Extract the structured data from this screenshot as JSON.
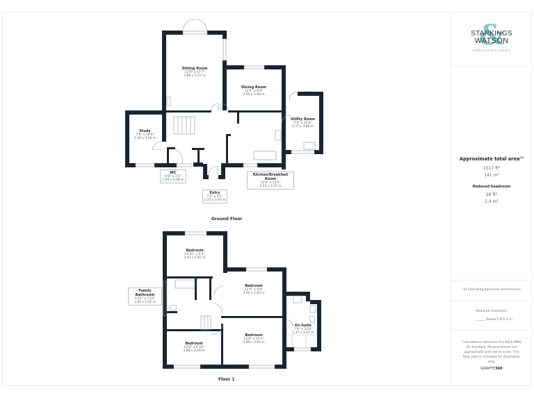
{
  "brand": {
    "logo_line1": "STARKINGS",
    "logo_line2": "WATSON",
    "logo_ampersand": "&",
    "tagline": "HYBRID ESTATE AGENTS",
    "accent_color": "#86c7c8"
  },
  "summary": {
    "area_title": "Approximate total area",
    "area_footnote_mark": "(1)",
    "area_ft": "1517 ft²",
    "area_m": "141 m²",
    "reduced_headroom_title": "Reduced headroom",
    "reduced_ft": "26 ft²",
    "reduced_m": "2.4 m²"
  },
  "footnote": "(1) Excluding balconies and terraces",
  "legend": {
    "title": "Reduced headroom",
    "item": "Below 5 ft/1.5 m"
  },
  "disclaimer": "Calculations reference the RICS IPMS 3C standard. Measurements are approximate and not to scale. This floor plan is intended for illustration only.",
  "footer_brand": {
    "part1": "GIRAFFE",
    "part2": "360"
  },
  "floors": [
    {
      "title": "Ground Floor",
      "rooms": [
        {
          "name": "Sitting Room",
          "imperial": "12'9\" x 17'7\"",
          "metric": "3.89 x 5.37 m"
        },
        {
          "name": "Dining Room",
          "imperial": "12'9\" x 9'9\"",
          "metric": "3.90 x 2.98 m"
        },
        {
          "name": "Study",
          "imperial": "7'8\" x 10'9\"",
          "metric": "2.36 x 3.28 m"
        },
        {
          "name": "Utility Room",
          "imperial": "7'9\" x 12'8\"",
          "metric": "2.37 x 3.86 m"
        },
        {
          "name": "WC",
          "imperial": "6'8\" x 3'2\"",
          "metric": "2.04 x 0.98 m"
        },
        {
          "name": "Kitchen/Breakfast Room",
          "imperial": "11'6\" x 11'5\"",
          "metric": "3.53 x 3.37 m"
        },
        {
          "name": "Entry",
          "imperial": "7'4\" x 3'2\"",
          "metric": "2.25 x 0.97 m"
        }
      ]
    },
    {
      "title": "Floor 1",
      "rooms": [
        {
          "name": "Bedroom",
          "imperial": "12'10\" x 9'4\"",
          "metric": "3.93 x 2.87 m"
        },
        {
          "name": "Bedroom",
          "imperial": "12'9\" x 9'8\"",
          "metric": "3.90 x 2.95 m"
        },
        {
          "name": "Family Bathroom",
          "imperial": "5'11\" x 7'10\"",
          "metric": "1.82 x 2.41 m"
        },
        {
          "name": "En-Suite",
          "imperial": "7'9\" x 12'8\"",
          "metric": "2.37 x 3.87 m"
        },
        {
          "name": "Bedroom",
          "imperial": "12'8\" x 6'10\"",
          "metric": "3.88 x 2.09 m"
        },
        {
          "name": "Bedroom",
          "imperial": "12'8\" x 11'1\"",
          "metric": "3.86 x 3.40 m"
        }
      ]
    }
  ],
  "colors": {
    "wall": "#1c2433",
    "label_border": "#b9bec5",
    "text": "#1f2530",
    "muted": "#6a7078"
  }
}
